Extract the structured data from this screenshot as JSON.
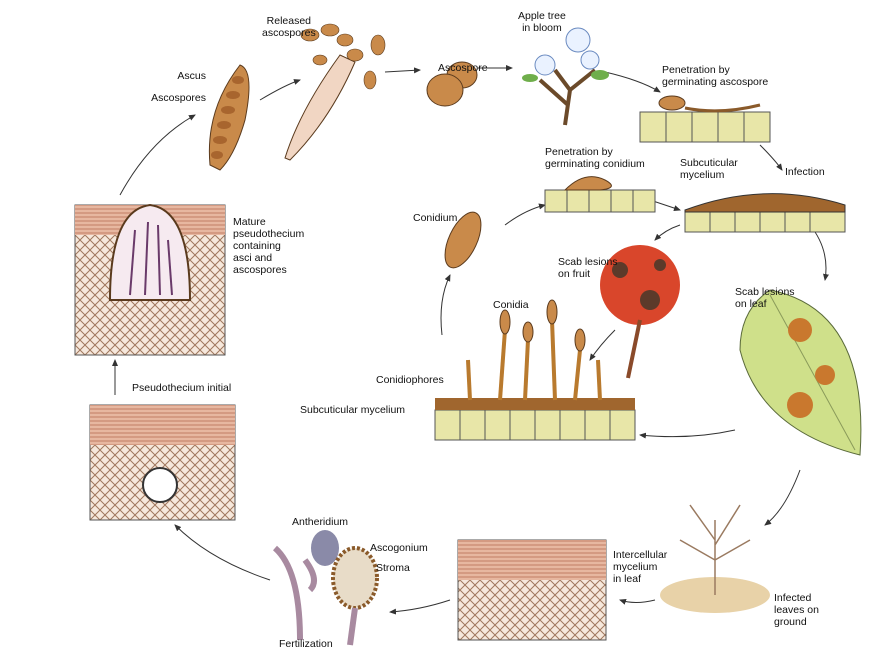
{
  "title": "Apple scab disease cycle",
  "labels": {
    "released_ascospores": "Released\nascospores",
    "ascus": "Ascus",
    "ascospores": "Ascospores",
    "ascospore": "Ascospore",
    "apple_tree": "Apple tree\nin bloom",
    "penetration_ascospore": "Penetration by\ngerminating ascospore",
    "penetration_conidium": "Penetration by\ngerminating conidium",
    "subcuticular_mycelium_top": "Subcuticular\nmycelium",
    "infection": "Infection",
    "conidium": "Conidium",
    "scab_fruit": "Scab lesions\non fruit",
    "scab_leaf": "Scab lesions\non leaf",
    "mature_pseudothecium": "Mature\npseudothecium\ncontaining\nasci and\nascospores",
    "conidia": "Conidia",
    "conidiophores": "Conidiophores",
    "subcuticular_mycelium_bottom": "Subcuticular mycelium",
    "pseudothecium_initial": "Pseudothecium initial",
    "antheridium": "Antheridium",
    "ascogonium": "Ascogonium",
    "stroma": "Stroma",
    "intercellular_mycelium": "Intercellular\nmycelium\nin leaf",
    "infected_leaves": "Infected\nleaves on\nground",
    "fertilization": "Fertilization"
  },
  "colors": {
    "spore": "#c98a4a",
    "cell": "#e8e6a8",
    "fruit": "#d9462b",
    "leaf": "#cfe08a",
    "lesion": "#c9782e",
    "tissue": "#d9a98f"
  }
}
